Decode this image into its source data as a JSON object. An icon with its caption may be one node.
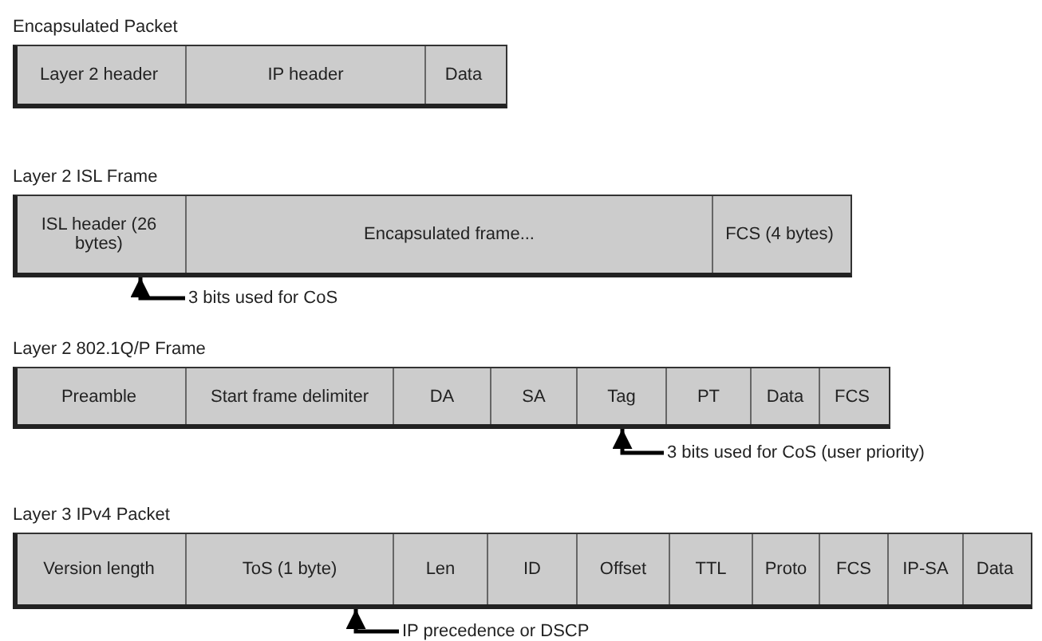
{
  "diagram": {
    "nodes": [
      {
        "text": [
          "Encapsulated Packet"
        ]
      },
      {
        "text": [
          "Layer 2 header"
        ],
        "in": 0
      },
      {
        "text": [
          "IP header"
        ],
        "in": 0
      },
      {
        "text": [
          "Data"
        ],
        "in": 0
      },
      {
        "text": [
          "Layer 2 ISL Frame"
        ]
      },
      {
        "text": [
          "ISL header (26 bytes)"
        ],
        "in": 4
      },
      {
        "text": [
          "Encapsulated frame..."
        ],
        "in": 4
      },
      {
        "text": [
          "FCS (4 bytes)"
        ],
        "in": 4
      },
      {
        "text": [
          "3 bits used for CoS"
        ]
      },
      {
        "text": [
          "Layer 2 802.1Q/P Frame"
        ]
      },
      {
        "text": [
          "Preamble"
        ],
        "in": 9
      },
      {
        "text": [
          "Start frame delimiter"
        ],
        "in": 9
      },
      {
        "text": [
          "DA"
        ],
        "in": 9
      },
      {
        "text": [
          "SA"
        ],
        "in": 9
      },
      {
        "text": [
          "Tag"
        ],
        "in": 9
      },
      {
        "text": [
          "PT"
        ],
        "in": 9
      },
      {
        "text": [
          "Data"
        ],
        "in": 9
      },
      {
        "text": [
          "FCS"
        ],
        "in": 9
      },
      {
        "text": [
          "3 bits used for CoS (user priority)"
        ]
      },
      {
        "text": [
          "Layer 3 IPv4 Packet"
        ]
      },
      {
        "text": [
          "Version length"
        ],
        "in": 19
      },
      {
        "text": [
          "ToS (1 byte)"
        ],
        "in": 19
      },
      {
        "text": [
          "Len"
        ],
        "in": 19
      },
      {
        "text": [
          "ID"
        ],
        "in": 19
      },
      {
        "text": [
          "Offset"
        ],
        "in": 19
      },
      {
        "text": [
          "TTL"
        ],
        "in": 19
      },
      {
        "text": [
          "Proto"
        ],
        "in": 19
      },
      {
        "text": [
          "FCS"
        ],
        "in": 19
      },
      {
        "text": [
          "IP-SA"
        ],
        "in": 19
      },
      {
        "text": [
          "Data"
        ],
        "in": 19
      },
      {
        "text": [
          "IP precedence or DSCP"
        ]
      }
    ],
    "edges": [
      {
        "from": 8,
        "to": 5,
        "arrow": "to"
      },
      {
        "from": 18,
        "to": 14,
        "arrow": "to"
      },
      {
        "from": 30,
        "to": 21,
        "arrow": "to"
      }
    ]
  }
}
